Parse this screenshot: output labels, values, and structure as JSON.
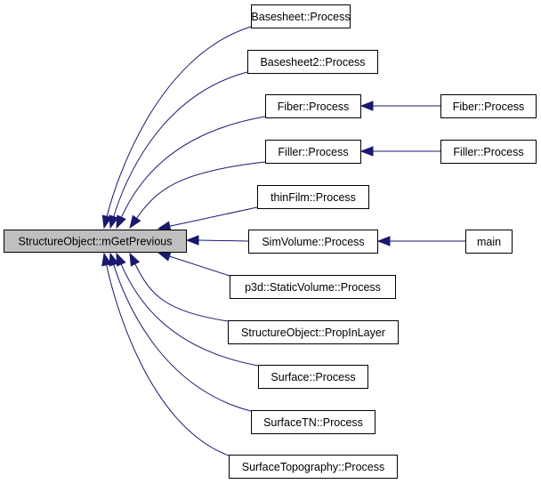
{
  "diagram": {
    "type": "caller-graph",
    "root": "n0",
    "colors": {
      "edge": "#191970",
      "root_fill": "#bfbfbf",
      "node_fill": "#ffffff",
      "node_border": "#000000"
    },
    "nodes": [
      {
        "id": "n0",
        "label": "StructureObject::mGetPrevious",
        "root": true
      },
      {
        "id": "n1",
        "label": "Basesheet::Process"
      },
      {
        "id": "n2",
        "label": "Basesheet2::Process"
      },
      {
        "id": "n3",
        "label": "Fiber::Process"
      },
      {
        "id": "n4",
        "label": "Fiber::Process"
      },
      {
        "id": "n5",
        "label": "Filler::Process"
      },
      {
        "id": "n6",
        "label": "Filler::Process"
      },
      {
        "id": "n7",
        "label": "thinFilm::Process"
      },
      {
        "id": "n8",
        "label": "SimVolume::Process"
      },
      {
        "id": "n9",
        "label": "main"
      },
      {
        "id": "n10",
        "label": "p3d::StaticVolume::Process"
      },
      {
        "id": "n11",
        "label": "StructureObject::PropInLayer"
      },
      {
        "id": "n12",
        "label": "Surface::Process"
      },
      {
        "id": "n13",
        "label": "SurfaceTN::Process"
      },
      {
        "id": "n14",
        "label": "SurfaceTopography::Process"
      }
    ],
    "edges": [
      {
        "from": "n1",
        "to": "n0"
      },
      {
        "from": "n2",
        "to": "n0"
      },
      {
        "from": "n3",
        "to": "n0"
      },
      {
        "from": "n5",
        "to": "n0"
      },
      {
        "from": "n7",
        "to": "n0"
      },
      {
        "from": "n8",
        "to": "n0"
      },
      {
        "from": "n10",
        "to": "n0"
      },
      {
        "from": "n11",
        "to": "n0"
      },
      {
        "from": "n12",
        "to": "n0"
      },
      {
        "from": "n13",
        "to": "n0"
      },
      {
        "from": "n14",
        "to": "n0"
      },
      {
        "from": "n4",
        "to": "n3"
      },
      {
        "from": "n6",
        "to": "n5"
      },
      {
        "from": "n9",
        "to": "n8"
      }
    ]
  }
}
